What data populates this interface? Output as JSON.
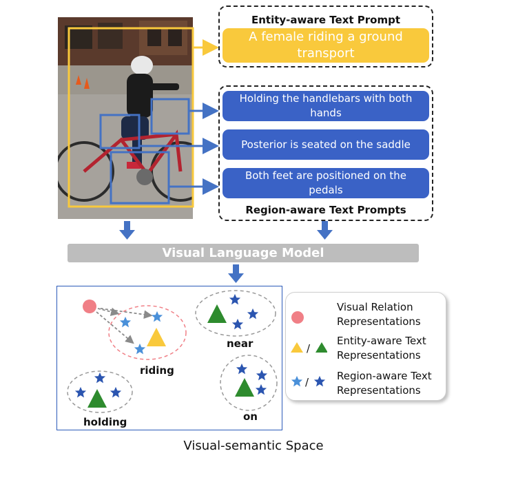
{
  "entity_prompt": {
    "title": "Entity-aware Text Prompt",
    "text": "A female riding a ground transport"
  },
  "region_prompts": {
    "title": "Region-aware Text Prompts",
    "items": [
      {
        "text": "Holding the handlebars with both hands"
      },
      {
        "text": "Posterior is seated on the saddle"
      },
      {
        "text": "Both feet are positioned on the pedals"
      }
    ]
  },
  "model": {
    "label": "Visual Language Model"
  },
  "space": {
    "clusters": [
      {
        "label": "riding"
      },
      {
        "label": "near"
      },
      {
        "label": "holding"
      },
      {
        "label": "on"
      }
    ],
    "caption": "Visual-semantic Space"
  },
  "legend": {
    "items": [
      {
        "line1": "Visual Relation",
        "line2": "Representations",
        "icon": "circle"
      },
      {
        "line1": "Entity-aware Text",
        "line2": "Representations",
        "icon": "triangle"
      },
      {
        "line1": "Region-aware Text",
        "line2": "Representations",
        "icon": "star"
      }
    ]
  },
  "colors": {
    "yellow": "#f9c93c",
    "blue_prompt": "#3a62c6",
    "arrow_blue": "#4472c4",
    "green": "#2e8b2e",
    "pink": "#f07f86",
    "star_light": "#4a90d9",
    "star_dark": "#2b55b0",
    "gray_bar": "#bdbdbd"
  }
}
